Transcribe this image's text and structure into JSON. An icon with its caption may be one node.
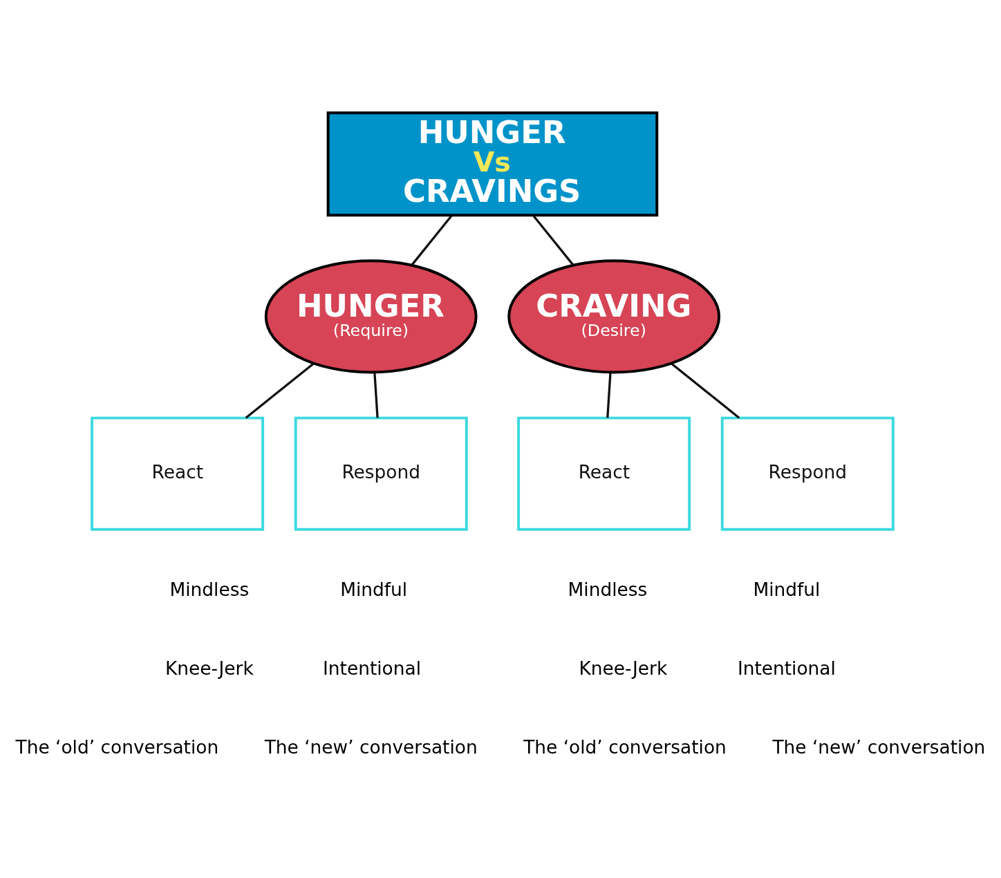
{
  "diagram": {
    "nodes": [
      {
        "text": [
          "HUNGER",
          "Vs",
          "CRAVINGS"
        ]
      },
      {
        "text": [
          "HUNGER",
          "(Require)"
        ]
      },
      {
        "text": [
          "CRAVING",
          "(Desire)"
        ]
      },
      {
        "text": [
          "React"
        ]
      },
      {
        "text": [
          "Respond"
        ]
      },
      {
        "text": [
          "React"
        ]
      },
      {
        "text": [
          "Respond"
        ]
      }
    ],
    "edges": [
      {
        "from": 0,
        "to": 1,
        "arrow": "none"
      },
      {
        "from": 0,
        "to": 2,
        "arrow": "none"
      },
      {
        "from": 1,
        "to": 3,
        "arrow": "none"
      },
      {
        "from": 1,
        "to": 4,
        "arrow": "none"
      },
      {
        "from": 2,
        "to": 5,
        "arrow": "none"
      },
      {
        "from": 2,
        "to": 6,
        "arrow": "none"
      }
    ],
    "labels": [
      "Mindless",
      "Mindful",
      "Mindless",
      "Mindful",
      "Knee-Jerk",
      "Intentional",
      "Knee-Jerk",
      "Intentional",
      "The ‘old’ conversation",
      "The ‘new’ conversation",
      "The ‘old’ conversation",
      "The ‘new’ conversation"
    ]
  }
}
